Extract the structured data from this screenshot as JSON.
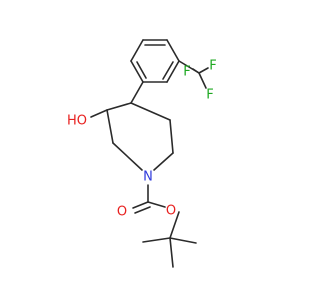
{
  "colors": {
    "bond": "#2b2b2b",
    "oxygen": "#e8201f",
    "nitrogen": "#2f3bdc",
    "fluorine": "#1ea821",
    "carbon": "#2b2b2b"
  },
  "atoms": {
    "fluorine_top_left": "F",
    "fluorine_top_right": "F",
    "fluorine_right": "F",
    "hydroxyl": "HO",
    "ring_nitrogen": "N",
    "ester_oxygen": "O",
    "carbonyl_oxygen": "O"
  }
}
